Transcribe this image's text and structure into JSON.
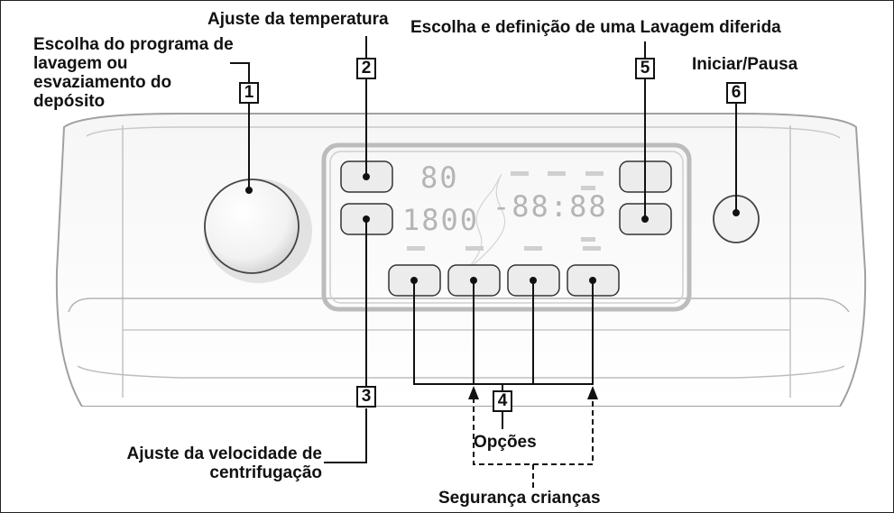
{
  "labels": {
    "program": "Escolha do programa de lavagem ou esvaziamento do depósito",
    "temperature": "Ajuste da temperatura",
    "delay": "Escolha e definição de uma Lavagem diferida",
    "start": "Iniciar/Pausa",
    "spin": "Ajuste da velocidade de centrifugação",
    "options": "Opções",
    "child_lock": "Segurança crianças"
  },
  "callouts": [
    "1",
    "2",
    "3",
    "4",
    "5",
    "6"
  ],
  "display": {
    "temperature_value": "80",
    "spin_value": "1800",
    "time_value": "-88:88"
  }
}
